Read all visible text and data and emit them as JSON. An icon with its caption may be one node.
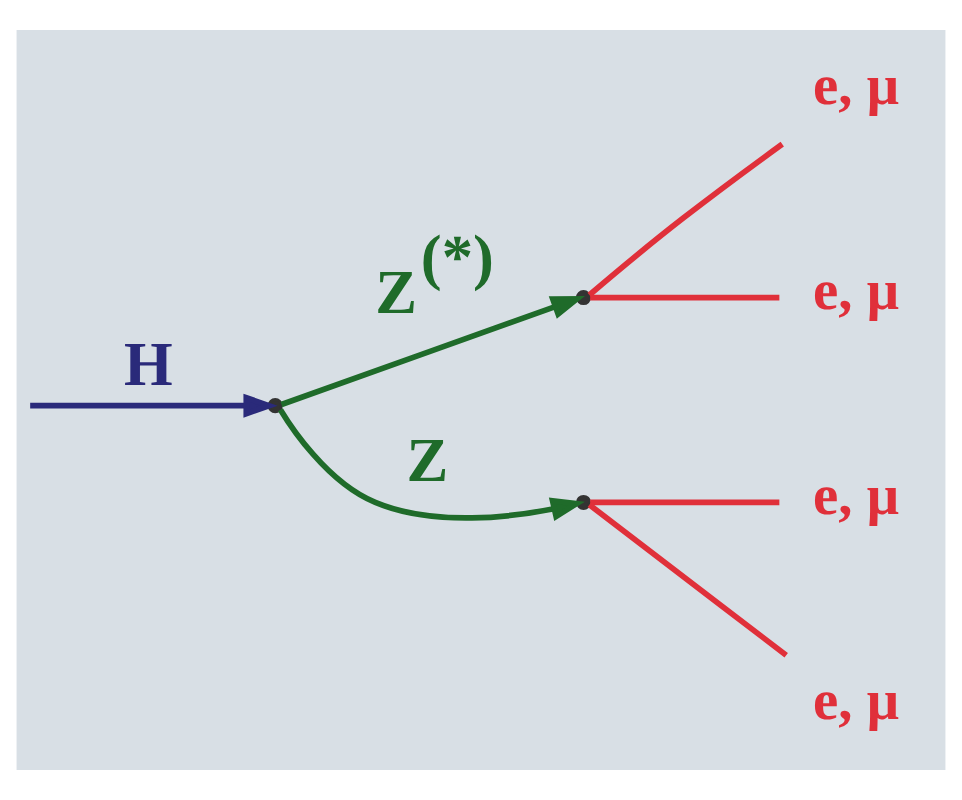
{
  "diagram": {
    "nodes": [
      {
        "text": [],
        "shape": "point"
      },
      {
        "text": [],
        "shape": "point"
      },
      {
        "text": [],
        "shape": "point"
      },
      {
        "text": [
          "e, μ"
        ]
      },
      {
        "text": [
          "e, μ"
        ]
      },
      {
        "text": [
          "e, μ"
        ]
      },
      {
        "text": [
          "e, μ"
        ]
      }
    ],
    "edges": [
      {
        "from": null,
        "to": 0,
        "arrow": "to",
        "label": "H",
        "color": "#2a2a7a"
      },
      {
        "from": 0,
        "to": 1,
        "arrow": "to",
        "label": "Z$^{(*)}$",
        "color": "#1f6b2a"
      },
      {
        "from": 0,
        "to": 2,
        "arrow": "to",
        "label": "Z",
        "color": "#1f6b2a"
      },
      {
        "from": 1,
        "to": 3,
        "arrow": "none"
      },
      {
        "from": 1,
        "to": 4,
        "arrow": "none"
      },
      {
        "from": 2,
        "to": 5,
        "arrow": "none"
      },
      {
        "from": 2,
        "to": 6,
        "arrow": "none"
      }
    ]
  }
}
